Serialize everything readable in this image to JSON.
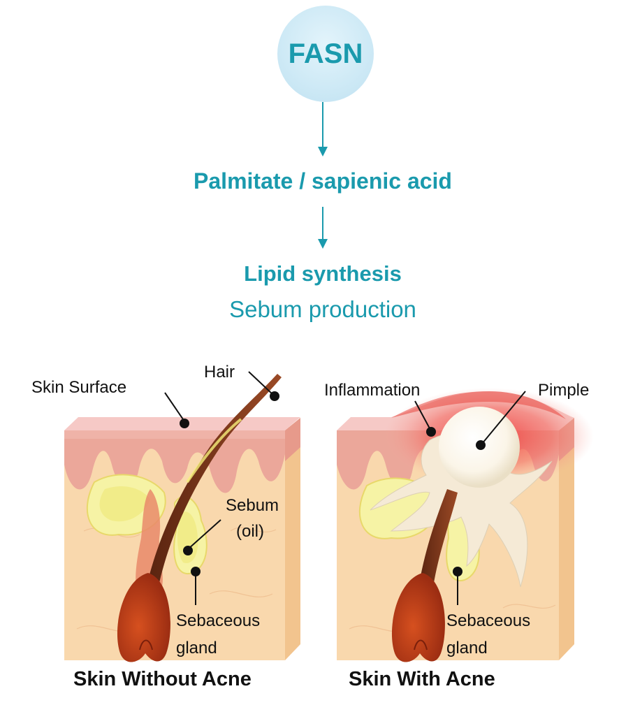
{
  "flow": {
    "node": "FASN",
    "step1": "Palmitate / sapienic acid",
    "step2_title": "Lipid synthesis",
    "step2_sub": "Sebum production",
    "accent": "#1a9aad"
  },
  "left_panel": {
    "labels": {
      "skin_surface": "Skin Surface",
      "hair": "Hair",
      "sebum_line1": "Sebum",
      "sebum_line2": "(oil)",
      "gland_line1": "Sebaceous",
      "gland_line2": "gland"
    },
    "caption": "Skin Without Acne"
  },
  "right_panel": {
    "labels": {
      "inflammation": "Inflammation",
      "pimple": "Pimple",
      "gland_line1": "Sebaceous",
      "gland_line2": "gland"
    },
    "caption": "Skin With Acne"
  }
}
